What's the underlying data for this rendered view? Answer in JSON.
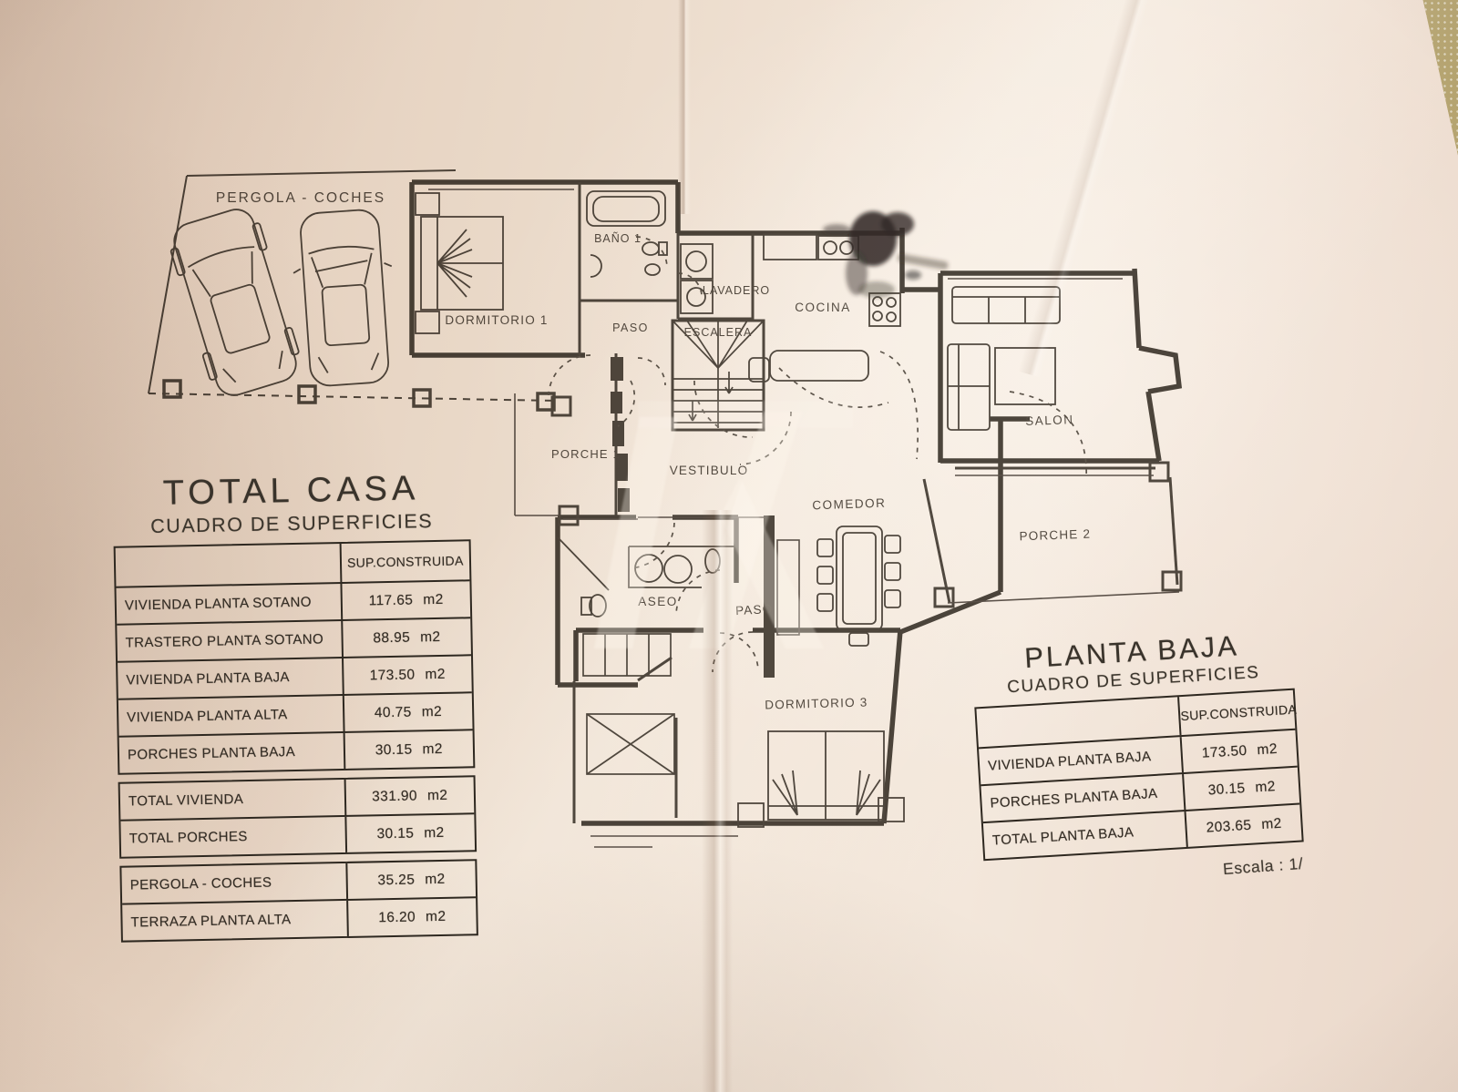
{
  "plan": {
    "rooms": {
      "pergola": "PERGOLA - COCHES",
      "dormitorio1": "DORMITORIO 1",
      "bano1": "BAÑO 1",
      "paso_top": "PASO",
      "lavadero": "LAVADERO",
      "cocina": "COCINA",
      "escalera": "ESCALERA",
      "salon": "SALON",
      "porche1": "PORCHE 1",
      "vestibulo": "VESTIBULO",
      "comedor": "COMEDOR",
      "porche2": "PORCHE 2",
      "aseo": "ASEO",
      "paso_bottom": "PASO",
      "dormitorio3": "DORMITORIO 3"
    },
    "ink_color": "#3b352d",
    "paper_color": "#eddcca"
  },
  "total_casa": {
    "title": "TOTAL CASA",
    "subtitle": "CUADRO DE SUPERFICIES",
    "col_header": "SUP.CONSTRUIDA",
    "rows": [
      {
        "label": "VIVIENDA PLANTA SOTANO",
        "value": "117.65",
        "unit": "m2"
      },
      {
        "label": "TRASTERO PLANTA SOTANO",
        "value": "88.95",
        "unit": "m2"
      },
      {
        "label": "VIVIENDA PLANTA BAJA",
        "value": "173.50",
        "unit": "m2"
      },
      {
        "label": "VIVIENDA PLANTA ALTA",
        "value": "40.75",
        "unit": "m2"
      },
      {
        "label": "PORCHES PLANTA BAJA",
        "value": "30.15",
        "unit": "m2"
      },
      {
        "label": "TOTAL VIVIENDA",
        "value": "331.90",
        "unit": "m2"
      },
      {
        "label": "TOTAL PORCHES",
        "value": "30.15",
        "unit": "m2"
      },
      {
        "label": "PERGOLA - COCHES",
        "value": "35.25",
        "unit": "m2"
      },
      {
        "label": "TERRAZA PLANTA ALTA",
        "value": "16.20",
        "unit": "m2"
      }
    ]
  },
  "planta_baja": {
    "title": "PLANTA BAJA",
    "subtitle": "CUADRO DE SUPERFICIES",
    "col_header": "SUP.CONSTRUIDA",
    "rows": [
      {
        "label": "VIVIENDA PLANTA BAJA",
        "value": "173.50",
        "unit": "m2"
      },
      {
        "label": "PORCHES PLANTA BAJA",
        "value": "30.15",
        "unit": "m2"
      },
      {
        "label": "TOTAL PLANTA BAJA",
        "value": "203.65",
        "unit": "m2"
      }
    ]
  },
  "footer": {
    "escala": "Escala : 1/"
  }
}
